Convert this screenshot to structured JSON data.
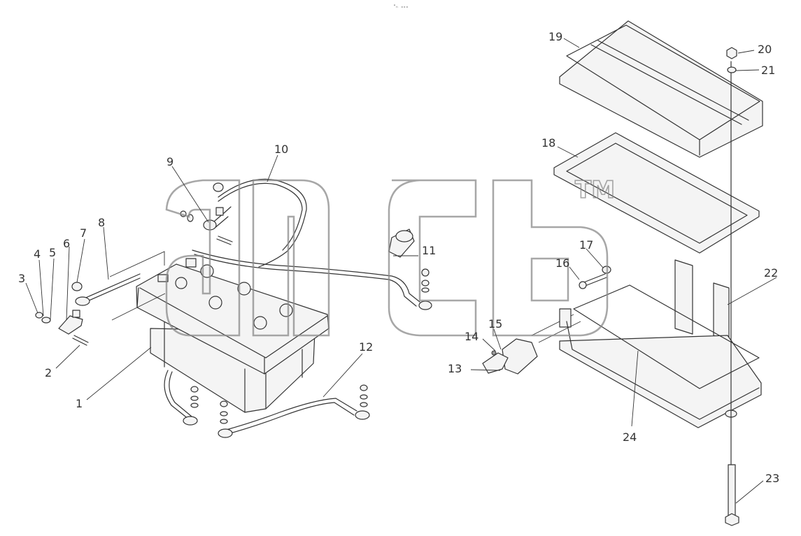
{
  "header_mark": "\"ₙ ₒₒₒ",
  "watermark": {
    "trademark": "TM"
  },
  "callouts": [
    {
      "id": "c1",
      "label": "1"
    },
    {
      "id": "c2",
      "label": "2"
    },
    {
      "id": "c3",
      "label": "3"
    },
    {
      "id": "c4",
      "label": "4"
    },
    {
      "id": "c5",
      "label": "5"
    },
    {
      "id": "c6",
      "label": "6"
    },
    {
      "id": "c7",
      "label": "7"
    },
    {
      "id": "c8",
      "label": "8"
    },
    {
      "id": "c9",
      "label": "9"
    },
    {
      "id": "c10",
      "label": "10"
    },
    {
      "id": "c11",
      "label": "11"
    },
    {
      "id": "c12",
      "label": "12"
    },
    {
      "id": "c13",
      "label": "13"
    },
    {
      "id": "c14",
      "label": "14"
    },
    {
      "id": "c15",
      "label": "15"
    },
    {
      "id": "c16",
      "label": "16"
    },
    {
      "id": "c17",
      "label": "17"
    },
    {
      "id": "c18",
      "label": "18"
    },
    {
      "id": "c19",
      "label": "19"
    },
    {
      "id": "c20",
      "label": "20"
    },
    {
      "id": "c21",
      "label": "21"
    },
    {
      "id": "c22",
      "label": "22"
    },
    {
      "id": "c23",
      "label": "23"
    },
    {
      "id": "c24",
      "label": "24"
    }
  ]
}
